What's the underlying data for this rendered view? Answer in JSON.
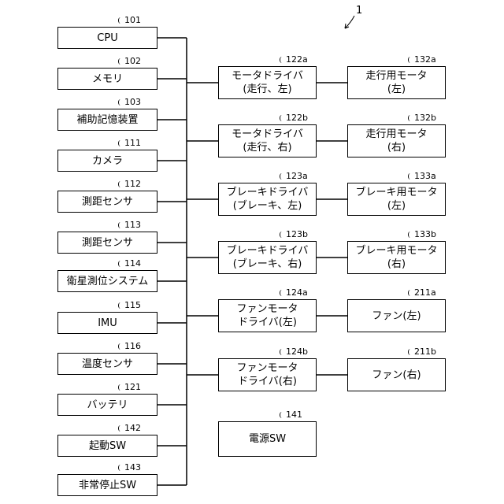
{
  "figure": {
    "label": "1"
  },
  "left_boxes": [
    {
      "ref": "101",
      "lines": [
        "CPU"
      ]
    },
    {
      "ref": "102",
      "lines": [
        "メモリ"
      ]
    },
    {
      "ref": "103",
      "lines": [
        "補助記憶装置"
      ]
    },
    {
      "ref": "111",
      "lines": [
        "カメラ"
      ]
    },
    {
      "ref": "112",
      "lines": [
        "測距センサ"
      ]
    },
    {
      "ref": "113",
      "lines": [
        "測距センサ"
      ]
    },
    {
      "ref": "114",
      "lines": [
        "衛星測位システム"
      ]
    },
    {
      "ref": "115",
      "lines": [
        "IMU"
      ]
    },
    {
      "ref": "116",
      "lines": [
        "温度センサ"
      ]
    },
    {
      "ref": "121",
      "lines": [
        "バッテリ"
      ]
    },
    {
      "ref": "142",
      "lines": [
        "起動SW"
      ]
    },
    {
      "ref": "143",
      "lines": [
        "非常停止SW"
      ]
    }
  ],
  "driver_boxes": [
    {
      "ref": "122a",
      "lines": [
        "モータドライバ",
        "(走行、左)"
      ]
    },
    {
      "ref": "122b",
      "lines": [
        "モータドライバ",
        "(走行、右)"
      ]
    },
    {
      "ref": "123a",
      "lines": [
        "ブレーキドライバ",
        "(ブレーキ、左)"
      ]
    },
    {
      "ref": "123b",
      "lines": [
        "ブレーキドライバ",
        "(ブレーキ、右)"
      ]
    },
    {
      "ref": "124a",
      "lines": [
        "ファンモータ",
        "ドライバ(左)"
      ]
    },
    {
      "ref": "124b",
      "lines": [
        "ファンモータ",
        "ドライバ(右)"
      ]
    }
  ],
  "device_boxes": [
    {
      "ref": "132a",
      "lines": [
        "走行用モータ",
        "(左)"
      ]
    },
    {
      "ref": "132b",
      "lines": [
        "走行用モータ",
        "(右)"
      ]
    },
    {
      "ref": "133a",
      "lines": [
        "ブレーキ用モータ",
        "(左)"
      ]
    },
    {
      "ref": "133b",
      "lines": [
        "ブレーキ用モータ",
        "(右)"
      ]
    },
    {
      "ref": "211a",
      "lines": [
        "ファン(左)"
      ]
    },
    {
      "ref": "211b",
      "lines": [
        "ファン(右)"
      ]
    }
  ],
  "power_box": {
    "ref": "141",
    "lines": [
      "電源SW"
    ]
  }
}
